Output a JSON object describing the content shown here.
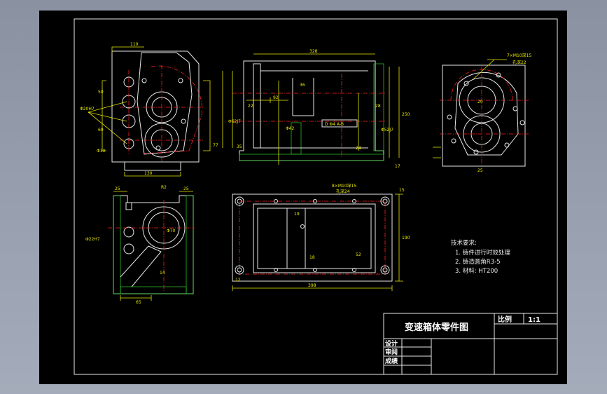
{
  "title_block": {
    "drawing_title": "变速箱体零件图",
    "scale_label": "比例",
    "scale_value": "1:1",
    "role_design": "设计",
    "role_review": "审阅",
    "role_grade": "成绩"
  },
  "tech_notes": {
    "heading": "技术要求:",
    "items": [
      "1. 铸件进行时效处理",
      "2. 铸造圆角R3-5",
      "3. 材料: HT200"
    ]
  },
  "dimensions": {
    "front_width": "110",
    "front_base": "130",
    "front_left_a": "50",
    "front_left_b": "60",
    "front_holes": "Φ20H7",
    "front_hole_small": "Φ10",
    "front_right": "77",
    "section_top": "328",
    "section_d92": "92",
    "section_d36": "36",
    "section_d22": "22",
    "section_d35": "35",
    "section_d28": "28",
    "section_d24": "24",
    "section_d250": "250",
    "section_d17": "17",
    "section_bore1": "Φ62J7",
    "section_bore2": "Φ42",
    "section_bore3": "Φ52J7",
    "section_tag": "D Φ4 A-B",
    "side_note1": "7×M10深15",
    "side_note2": "孔深22",
    "side_d20": "20",
    "side_d25": "25",
    "lower_left_d25a": "25",
    "lower_left_d25b": "25",
    "lower_left_holes": "Φ22H7",
    "lower_left_d65": "65",
    "lower_left_d14": "14",
    "lower_left_r": "R2",
    "lower_left_phi": "Φ70",
    "plan_note1": "8×M10深15",
    "plan_note2": "孔深24",
    "plan_d12": "12",
    "plan_d19": "19",
    "plan_d18": "18",
    "plan_d15": "15",
    "plan_d190": "190",
    "plan_d398": "398",
    "plan_d52": "52"
  },
  "colors": {
    "outline": "#e8e8e8",
    "dimension": "#e8e800",
    "centerline": "#ff2020",
    "hatch": "#30d030"
  }
}
